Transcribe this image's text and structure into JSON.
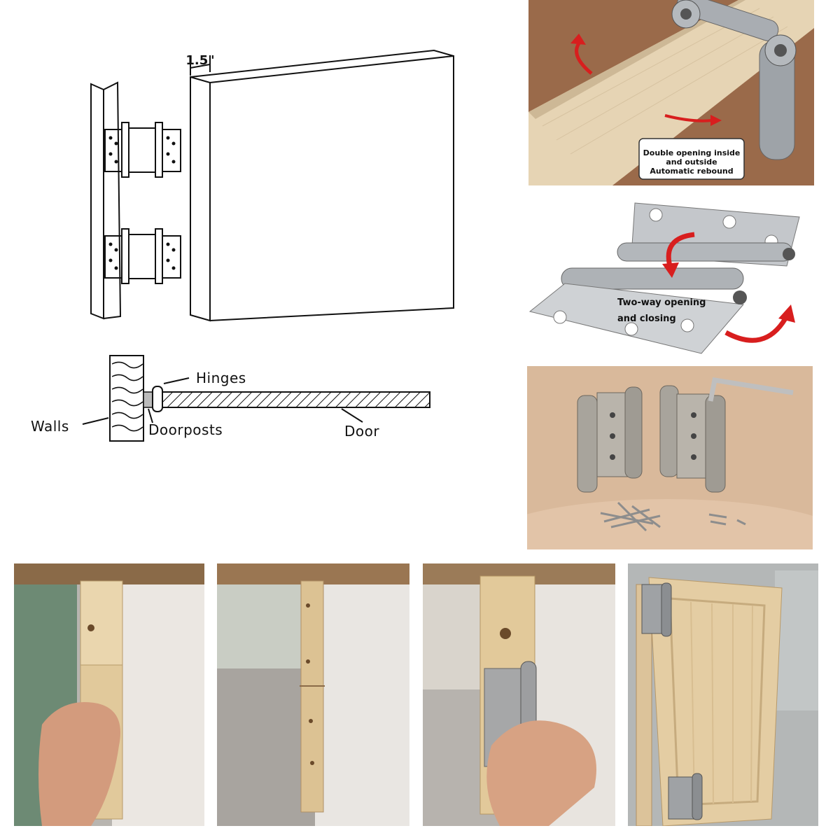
{
  "diagram": {
    "dimension_label": "1.5\"",
    "labels": {
      "hinges": "Hinges",
      "walls": "Walls",
      "doorposts": "Doorposts",
      "door": "Door"
    }
  },
  "photos": {
    "double_opening": {
      "caption_lines": [
        "Double opening inside",
        "and outside",
        "Automatic rebound"
      ]
    },
    "two_way": {
      "caption_lines": [
        "Two-way opening",
        "and closing"
      ]
    }
  },
  "colors": {
    "arrow_red": "#d81e1e",
    "wood_light": "#e8d7b8",
    "steel": "#b9bcc0",
    "backdrop_tan": "#d8b89a"
  }
}
